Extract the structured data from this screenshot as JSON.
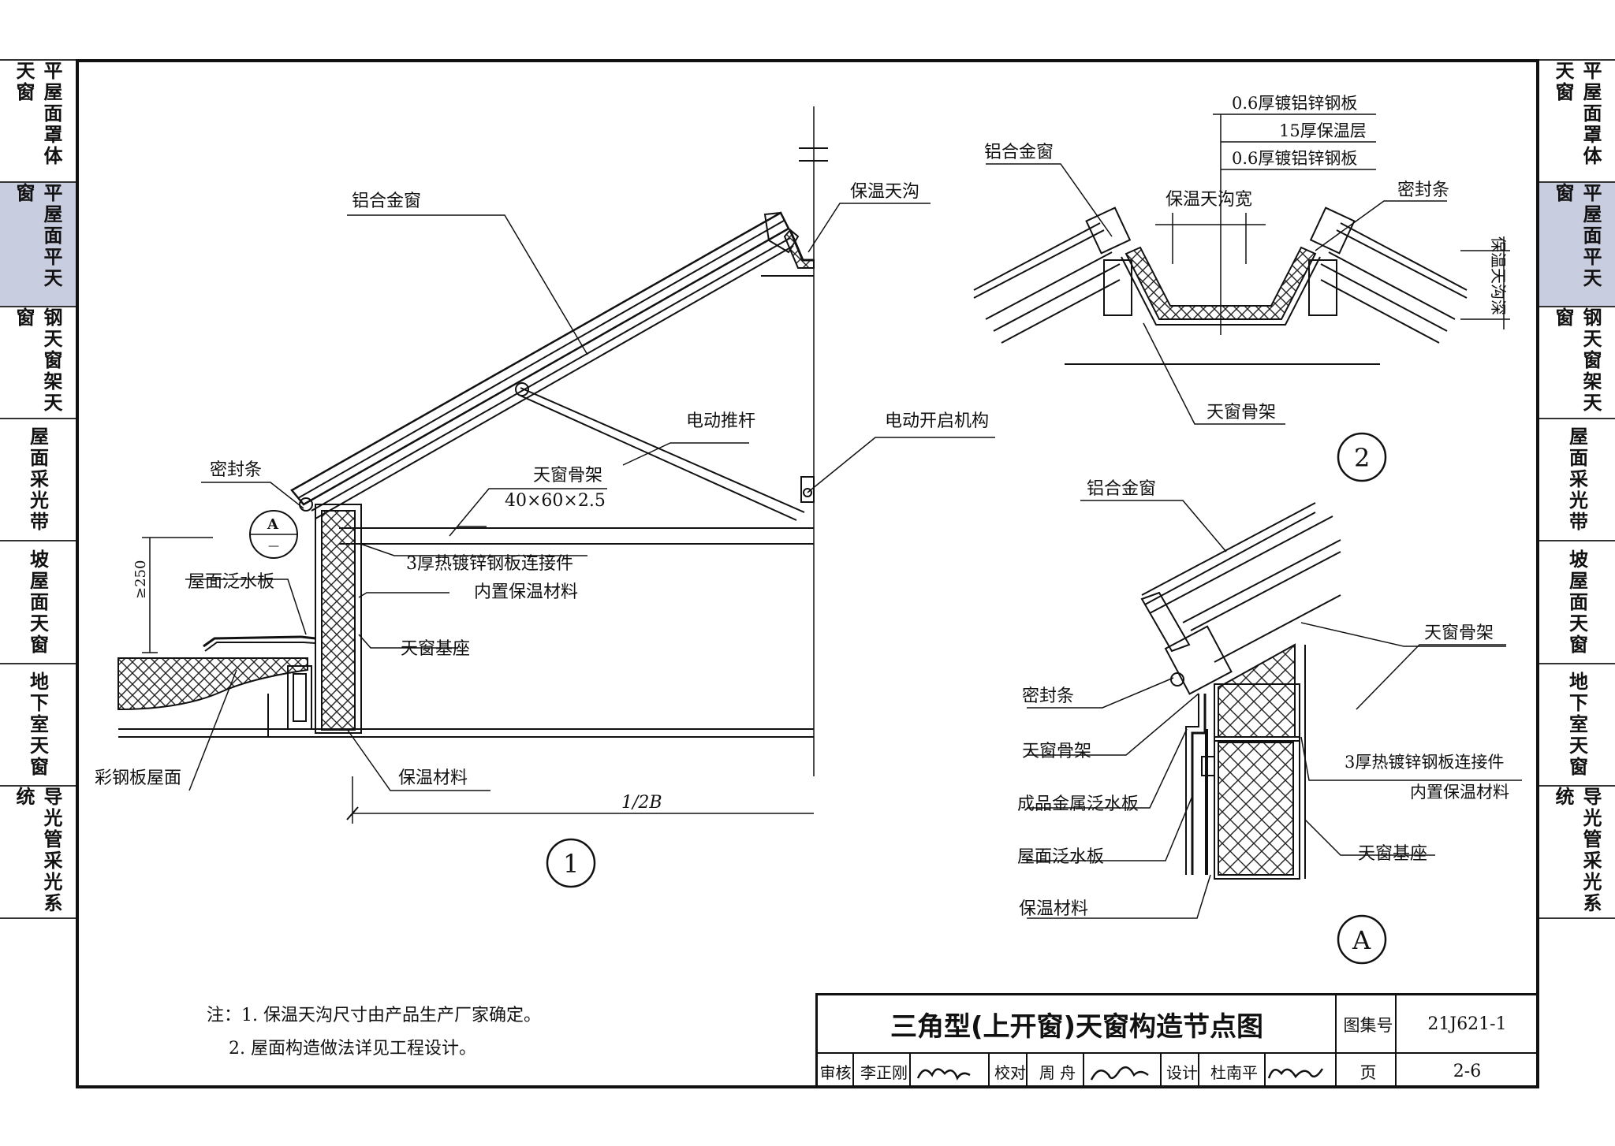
{
  "left_nav": [
    {
      "label": "平屋面罩体天窗",
      "active": false
    },
    {
      "label": "平屋面平天窗",
      "active": true
    },
    {
      "label": "钢天窗架天窗",
      "active": false
    },
    {
      "label": "屋面采光带",
      "active": false
    },
    {
      "label": "坡屋面天窗",
      "active": false
    },
    {
      "label": "地下室天窗",
      "active": false
    },
    {
      "label": "导光管采光系统",
      "active": false
    }
  ],
  "right_nav": [
    {
      "label": "平屋面罩体天窗",
      "active": false
    },
    {
      "label": "平屋面平天窗",
      "active": true
    },
    {
      "label": "钢天窗架天窗",
      "active": false
    },
    {
      "label": "屋面采光带",
      "active": false
    },
    {
      "label": "坡屋面天窗",
      "active": false
    },
    {
      "label": "地下室天窗",
      "active": false
    },
    {
      "label": "导光管采光系统",
      "active": false
    }
  ],
  "detail1": {
    "number": "1",
    "labels": {
      "aluminum_window": "铝合金窗",
      "insulated_gutter": "保温天沟",
      "electric_rod": "电动推杆",
      "electric_mechanism": "电动开启机构",
      "seal_strip": "密封条",
      "skylight_frame": "天窗骨架",
      "frame_size": "40×60×2.5",
      "connector": "3厚热镀锌钢板连接件",
      "connector_insul": "内置保温材料",
      "roof_flashing": "屋面泛水板",
      "skylight_base": "天窗基座",
      "steel_roof": "彩钢板屋面",
      "insulation": "保温材料",
      "min_height": "≥250",
      "half_span": "1/2B",
      "callout_top": "A",
      "callout_bottom": "—"
    }
  },
  "detail2": {
    "number": "2",
    "labels": {
      "steel_top": "0.6厚镀铝锌钢板",
      "insul_layer": "15厚保温层",
      "steel_bottom": "0.6厚镀铝锌钢板",
      "aluminum_window": "铝合金窗",
      "gutter_width": "保温天沟宽",
      "seal_strip": "密封条",
      "gutter_depth": "保温天沟深",
      "skylight_frame": "天窗骨架"
    }
  },
  "detailA": {
    "number": "A",
    "labels": {
      "aluminum_window": "铝合金窗",
      "skylight_frame_r": "天窗骨架",
      "seal_strip": "密封条",
      "skylight_frame_l": "天窗骨架",
      "metal_flashing": "成品金属泛水板",
      "roof_flashing": "屋面泛水板",
      "insulation": "保温材料",
      "connector": "3厚热镀锌钢板连接件",
      "connector_insul": "内置保温材料",
      "skylight_base": "天窗基座"
    }
  },
  "notes": [
    "注：1. 保温天沟尺寸由产品生产厂家确定。",
    "    2. 屋面构造做法详见工程设计。"
  ],
  "title_block": {
    "title": "三角型(上开窗)天窗构造节点图",
    "atlas_label": "图集号",
    "atlas_no": "21J621-1",
    "page_label": "页",
    "page_no": "2-6",
    "review_label": "审核",
    "reviewer": "李正刚",
    "check_label": "校对",
    "checker": "周 舟",
    "design_label": "设计",
    "designer": "杜南平"
  }
}
